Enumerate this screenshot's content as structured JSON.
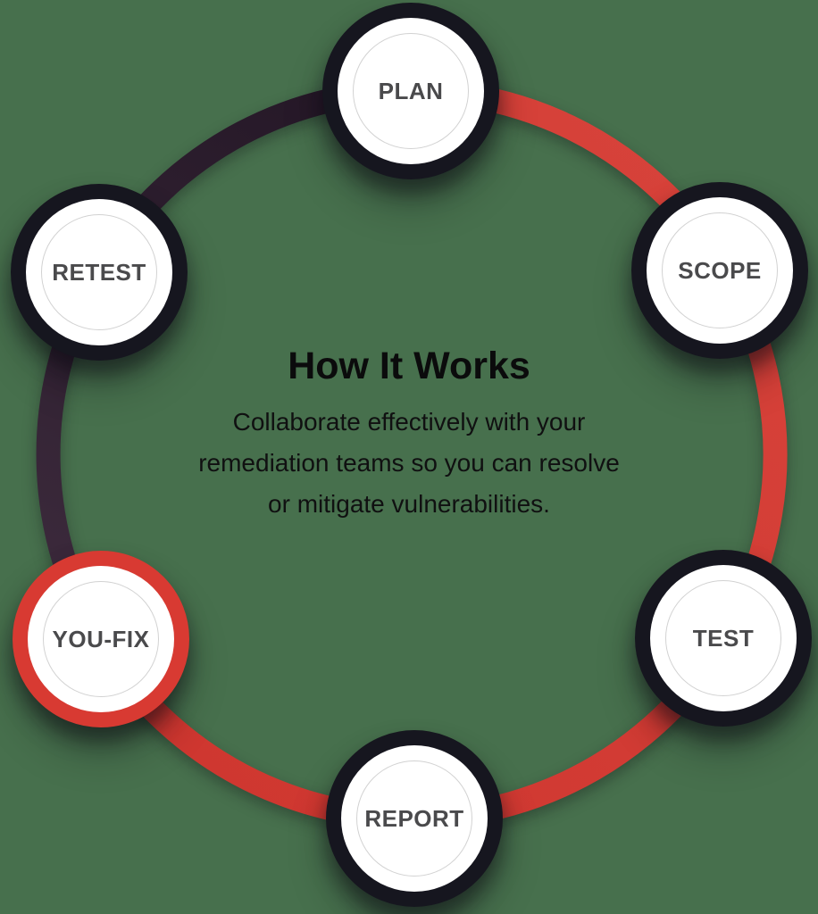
{
  "diagram": {
    "heading": "How It Works",
    "description_lines": [
      "Collaborate effectively with your",
      "remediation teams so you can resolve",
      "or mitigate vulnerabilities."
    ],
    "nodes": [
      {
        "id": "plan",
        "label": "PLAN",
        "ring": "dark"
      },
      {
        "id": "scope",
        "label": "SCOPE",
        "ring": "dark"
      },
      {
        "id": "test",
        "label": "TEST",
        "ring": "dark"
      },
      {
        "id": "report",
        "label": "REPORT",
        "ring": "dark"
      },
      {
        "id": "you-fix",
        "label": "YOU-FIX",
        "ring": "red"
      },
      {
        "id": "retest",
        "label": "RETEST",
        "ring": "dark"
      }
    ],
    "cycle_order": [
      "PLAN",
      "SCOPE",
      "TEST",
      "REPORT",
      "YOU-FIX",
      "RETEST"
    ],
    "colors": {
      "background": "#47704d",
      "arc_red": "#d23b33",
      "arc_dark": "#2e1f2e",
      "node_ring_dark": "#16161f",
      "node_ring_red": "#d83a32",
      "node_fill": "#ffffff",
      "node_inner_outline": "#d2d2d2",
      "node_label_text": "#4a4a4c",
      "heading_text": "#0b0b0c"
    }
  }
}
